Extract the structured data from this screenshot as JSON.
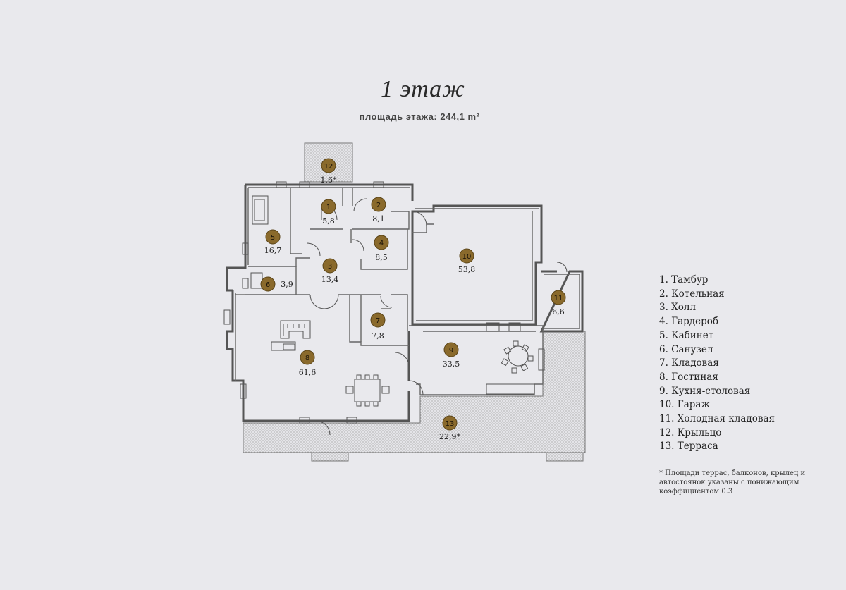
{
  "title": "1 этаж",
  "subtitle": "площадь этажа: 244,1 m²",
  "colors": {
    "background": "#e9e9ed",
    "badge": "#8a6a2c",
    "wall": "#555555",
    "terrace_hatch": "#9a9a9a"
  },
  "rooms": [
    {
      "number": "1",
      "area": "5,8"
    },
    {
      "number": "2",
      "area": "8,1"
    },
    {
      "number": "3",
      "area": "13,4"
    },
    {
      "number": "4",
      "area": "8,5"
    },
    {
      "number": "5",
      "area": "16,7"
    },
    {
      "number": "6",
      "area": "3,9"
    },
    {
      "number": "7",
      "area": "7,8"
    },
    {
      "number": "8",
      "area": "61,6"
    },
    {
      "number": "9",
      "area": "33,5"
    },
    {
      "number": "10",
      "area": "53,8"
    },
    {
      "number": "11",
      "area": "6,6"
    },
    {
      "number": "12",
      "area": "1,6*"
    },
    {
      "number": "13",
      "area": "22,9*"
    }
  ],
  "legend": [
    "1. Тамбур",
    "2. Котельная",
    "3. Холл",
    "4. Гардероб",
    "5. Кабинет",
    "6. Санузел",
    "7. Кладовая",
    "8. Гостиная",
    "9. Кухня-столовая",
    "10. Гараж",
    "11. Холодная кладовая",
    "12. Крыльцо",
    "13. Терраса"
  ],
  "note": "* Площади террас, балконов, крылец и автостоянок указаны с понижающим коэффициентом 0.3"
}
